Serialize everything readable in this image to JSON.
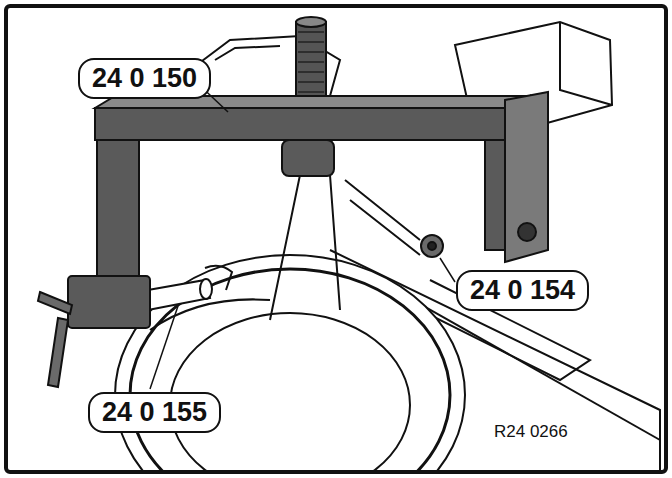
{
  "diagram": {
    "labels": [
      "24 0 150",
      "24 0 154",
      "24 0 155",
      "R24 0266"
    ]
  }
}
